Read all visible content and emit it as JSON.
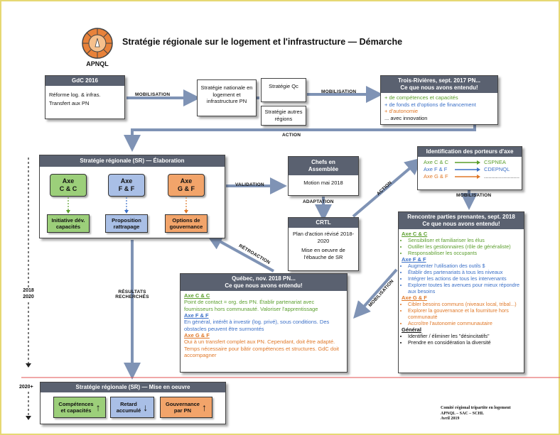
{
  "logo": {
    "text": "APNQL"
  },
  "title": "Stratégie régionale sur le logement et l'infrastructure — Démarche",
  "gdc": {
    "title": "GdC 2016",
    "line1": "Réforme log. & infras.",
    "line2": "Transfert aux PN"
  },
  "mobilisation1": "MOBILISATION",
  "strat_nat": "Stratégie nationale en logement et infrastructure PN",
  "strat_qc": "Stratégie Qc",
  "strat_regions": "Stratégie autres régions",
  "mobilisation2": "MOBILISATION",
  "trois_rivieres": {
    "title1": "Trois-Rivières, sept. 2017 PN...",
    "title2": "Ce que nous avons entendu!",
    "items": [
      "+ de compétences et capacités",
      "+ de fonds et d'options de financement",
      "+ d'autonomie",
      "... avec innovation"
    ]
  },
  "action1": "ACTION",
  "sr_elab": {
    "title": "Stratégie régionale (SR)  —  Élaboration",
    "axes": [
      {
        "l1": "Axe",
        "l2": "C & C",
        "sub": "Initiative dév. capacités"
      },
      {
        "l1": "Axe",
        "l2": "F & F",
        "sub": "Proposition rattrapage"
      },
      {
        "l1": "Axe",
        "l2": "G & F",
        "sub": "Options de gouvernance"
      }
    ]
  },
  "validation": "VALIDATION",
  "chefs": {
    "title": "Chefs en Assemblée",
    "body": "Motion mai 2018"
  },
  "adaptation": "ADAPTATION",
  "crtl": {
    "title": "CRTL",
    "body1": "Plan d'action révisé 2018-2020",
    "body2": "Mise en oeuvre de l'ébauche de SR"
  },
  "retroaction": "RÉTROACTION",
  "action2": "ACTION",
  "identification": {
    "title": "Identification des porteurs d'axe",
    "rows": [
      {
        "axe": "Axe C & C",
        "porteur": "CSPNEA"
      },
      {
        "axe": "Axe F & F",
        "porteur": "CDEPNQL"
      },
      {
        "axe": "Axe G & F",
        "porteur": "........................"
      }
    ]
  },
  "mobilisation3": "MOBILISATION",
  "rencontre": {
    "title1": "Rencontre parties prenantes, sept. 2018",
    "title2": "Ce que nous avons entendu!",
    "cc_title": "Axe C & C",
    "cc": [
      "Sensibiliser et familiariser les élus",
      "Outiller les gestionnaires (rôle de généraliste)",
      "Responsabiliser les occupants"
    ],
    "ff_title": "Axe F & F",
    "ff": [
      "Augmenter l'utilisation des outils $",
      "Établir des partenariats à tous les niveaux",
      "Intégrer les actions de tous les intervenants",
      "Explorer toutes les avenues pour mieux répondre aux besoins"
    ],
    "gf_title": "Axe G & F",
    "gf": [
      "Cibler besoins communs (niveaux local, tribal...)",
      "Explorer la gouvernance et la fourniture hors communauté",
      "Accroître l'autonomie communautaire"
    ],
    "gen_title": "Général",
    "gen": [
      "Identifier / éliminer les \"désincitatifs\"",
      "Prendre en considération la diversité"
    ]
  },
  "mobilisation4": "MOBILISATION",
  "quebec": {
    "title1": "Québec, nov. 2018  PN...",
    "title2": "Ce que nous avons entendu!",
    "cc_title": "Axe C & C",
    "cc": "Point de contact = org. des PN. Établir partenariat avec fournisseurs hors communauté. Valoriser l'apprentissage",
    "ff_title": "Axe F & F",
    "ff": "En général, intérêt à investir (log. privé), sous conditions. Des obstacles peuvent être surmontés",
    "gf_title": "Axe G & F",
    "gf": "Oui à un transfert complet aux PN. Cependant, doit être adapté. Temps nécessaire pour bâtir compétences et structures. GdC doit accompagner"
  },
  "resultats": {
    "l1": "RÉSULTATS",
    "l2": "RECHERCHÉS"
  },
  "timeline": {
    "y1": "2018",
    "y2": "2020",
    "y3": "2020+"
  },
  "sr_mise": {
    "title": "Stratégie régionale (SR)  —  Mise en oeuvre",
    "items": [
      {
        "l1": "Compétences",
        "l2": "et capacités",
        "dir": "↑"
      },
      {
        "l1": "Retard",
        "l2": "accumulé",
        "dir": "↓"
      },
      {
        "l1": "Gouvernance",
        "l2": "par PN",
        "dir": "↑"
      }
    ]
  },
  "credit": {
    "l1": "Comité régional tripartite en logement",
    "l2": "APNQL – SAC – SCHL",
    "l3": "Avril 2019"
  },
  "colors": {
    "green": "#9ccf7a",
    "blue": "#a9bfe6",
    "orange": "#f2a46a",
    "header": "#5a6170",
    "arrow": "#7f93b5"
  }
}
